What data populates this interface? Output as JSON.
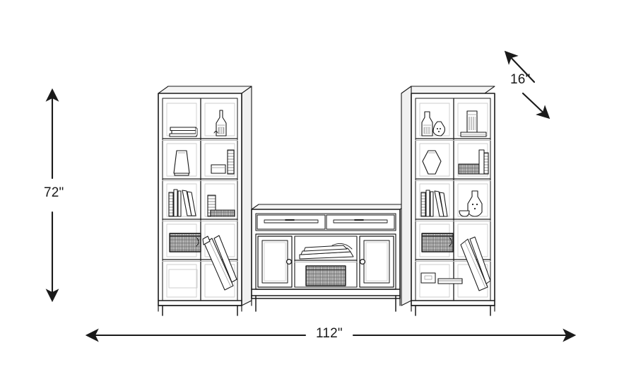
{
  "page": {
    "title": "Wall Unit Dimension Diagram",
    "background_color": "#ffffff",
    "line_color": "#1a1a1a",
    "shade_color": "#efefef"
  },
  "dimensions": {
    "height": {
      "value": "72\"",
      "axis": "vertical",
      "position": "left"
    },
    "width": {
      "value": "112\"",
      "axis": "horizontal",
      "position": "bottom"
    },
    "depth": {
      "value": "16\"",
      "axis": "diagonal",
      "position": "top-right"
    }
  },
  "furniture": {
    "type": "entertainment wall unit",
    "pieces": [
      {
        "name": "left-bookcase",
        "columns": 2,
        "rows": 5,
        "contents": [
          "stacked-books",
          "bottle-vase",
          "tall-vase",
          "small-box-and-book-stack",
          "leaning-books",
          "upright-book-and-woven-tray",
          "woven-basket",
          "diagonal-books",
          "empty-shelf",
          "diagonal-books"
        ]
      },
      {
        "name": "center-tv-console",
        "drawers": 2,
        "cabinet_doors": 2,
        "knobs": 2,
        "open_shelves": 1,
        "contents": [
          "stacked-books-on-shelf",
          "woven-basket"
        ]
      },
      {
        "name": "right-bookcase",
        "columns": 2,
        "rows": 5,
        "contents": [
          "bottle-and-round-vase",
          "tall-canister-on-tray",
          "angular-vase",
          "woven-tray-and-books",
          "leaning-books",
          "jug-vase-and-bowl",
          "woven-basket",
          "diagonal-books",
          "box-and-book-stack",
          "diagonal-books"
        ]
      }
    ]
  }
}
